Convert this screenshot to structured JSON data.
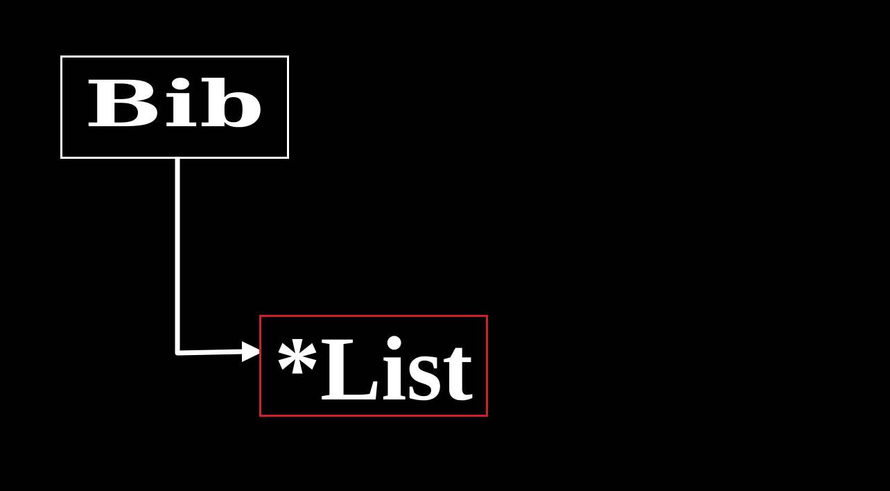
{
  "diagram": {
    "background_color": "#000000",
    "nodes": [
      {
        "id": "parent",
        "label": "Bib",
        "border_color": "#ffffff",
        "text_color": "#ffffff"
      },
      {
        "id": "child",
        "label": "*List",
        "border_color": "#d0202a",
        "text_color": "#ffffff"
      }
    ],
    "edges": [
      {
        "from": "parent",
        "to": "child",
        "style": "elbow-arrow",
        "color": "#ffffff"
      }
    ]
  }
}
